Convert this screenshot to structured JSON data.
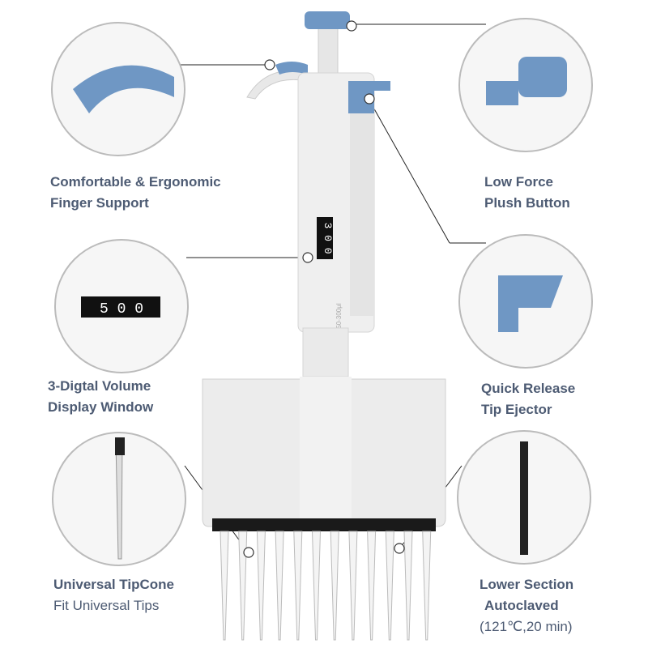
{
  "colors": {
    "accent": "#6f97c4",
    "text": "#4d5b73",
    "body": "#ececec"
  },
  "pipette": {
    "display_digits": "3 0 0",
    "range_label": "50-300μl"
  },
  "features": [
    {
      "title_line1": "Comfortable & Ergonomic",
      "title_line2": "Finger Support"
    },
    {
      "title_line1": "Low Force",
      "title_line2": "Plush Button"
    },
    {
      "title_line1": "3-Digtal Volume",
      "title_line2": "Display Window",
      "display_digits": "5 0 0"
    },
    {
      "title_line1": "Quick Release",
      "title_line2": "Tip Ejector"
    },
    {
      "title_line1": "Universal TipCone",
      "subtitle": "Fit Universal Tips"
    },
    {
      "title_line1": "Lower Section",
      "title_line2": "Autoclaved",
      "subtitle": "(121℃,20 min)"
    }
  ]
}
